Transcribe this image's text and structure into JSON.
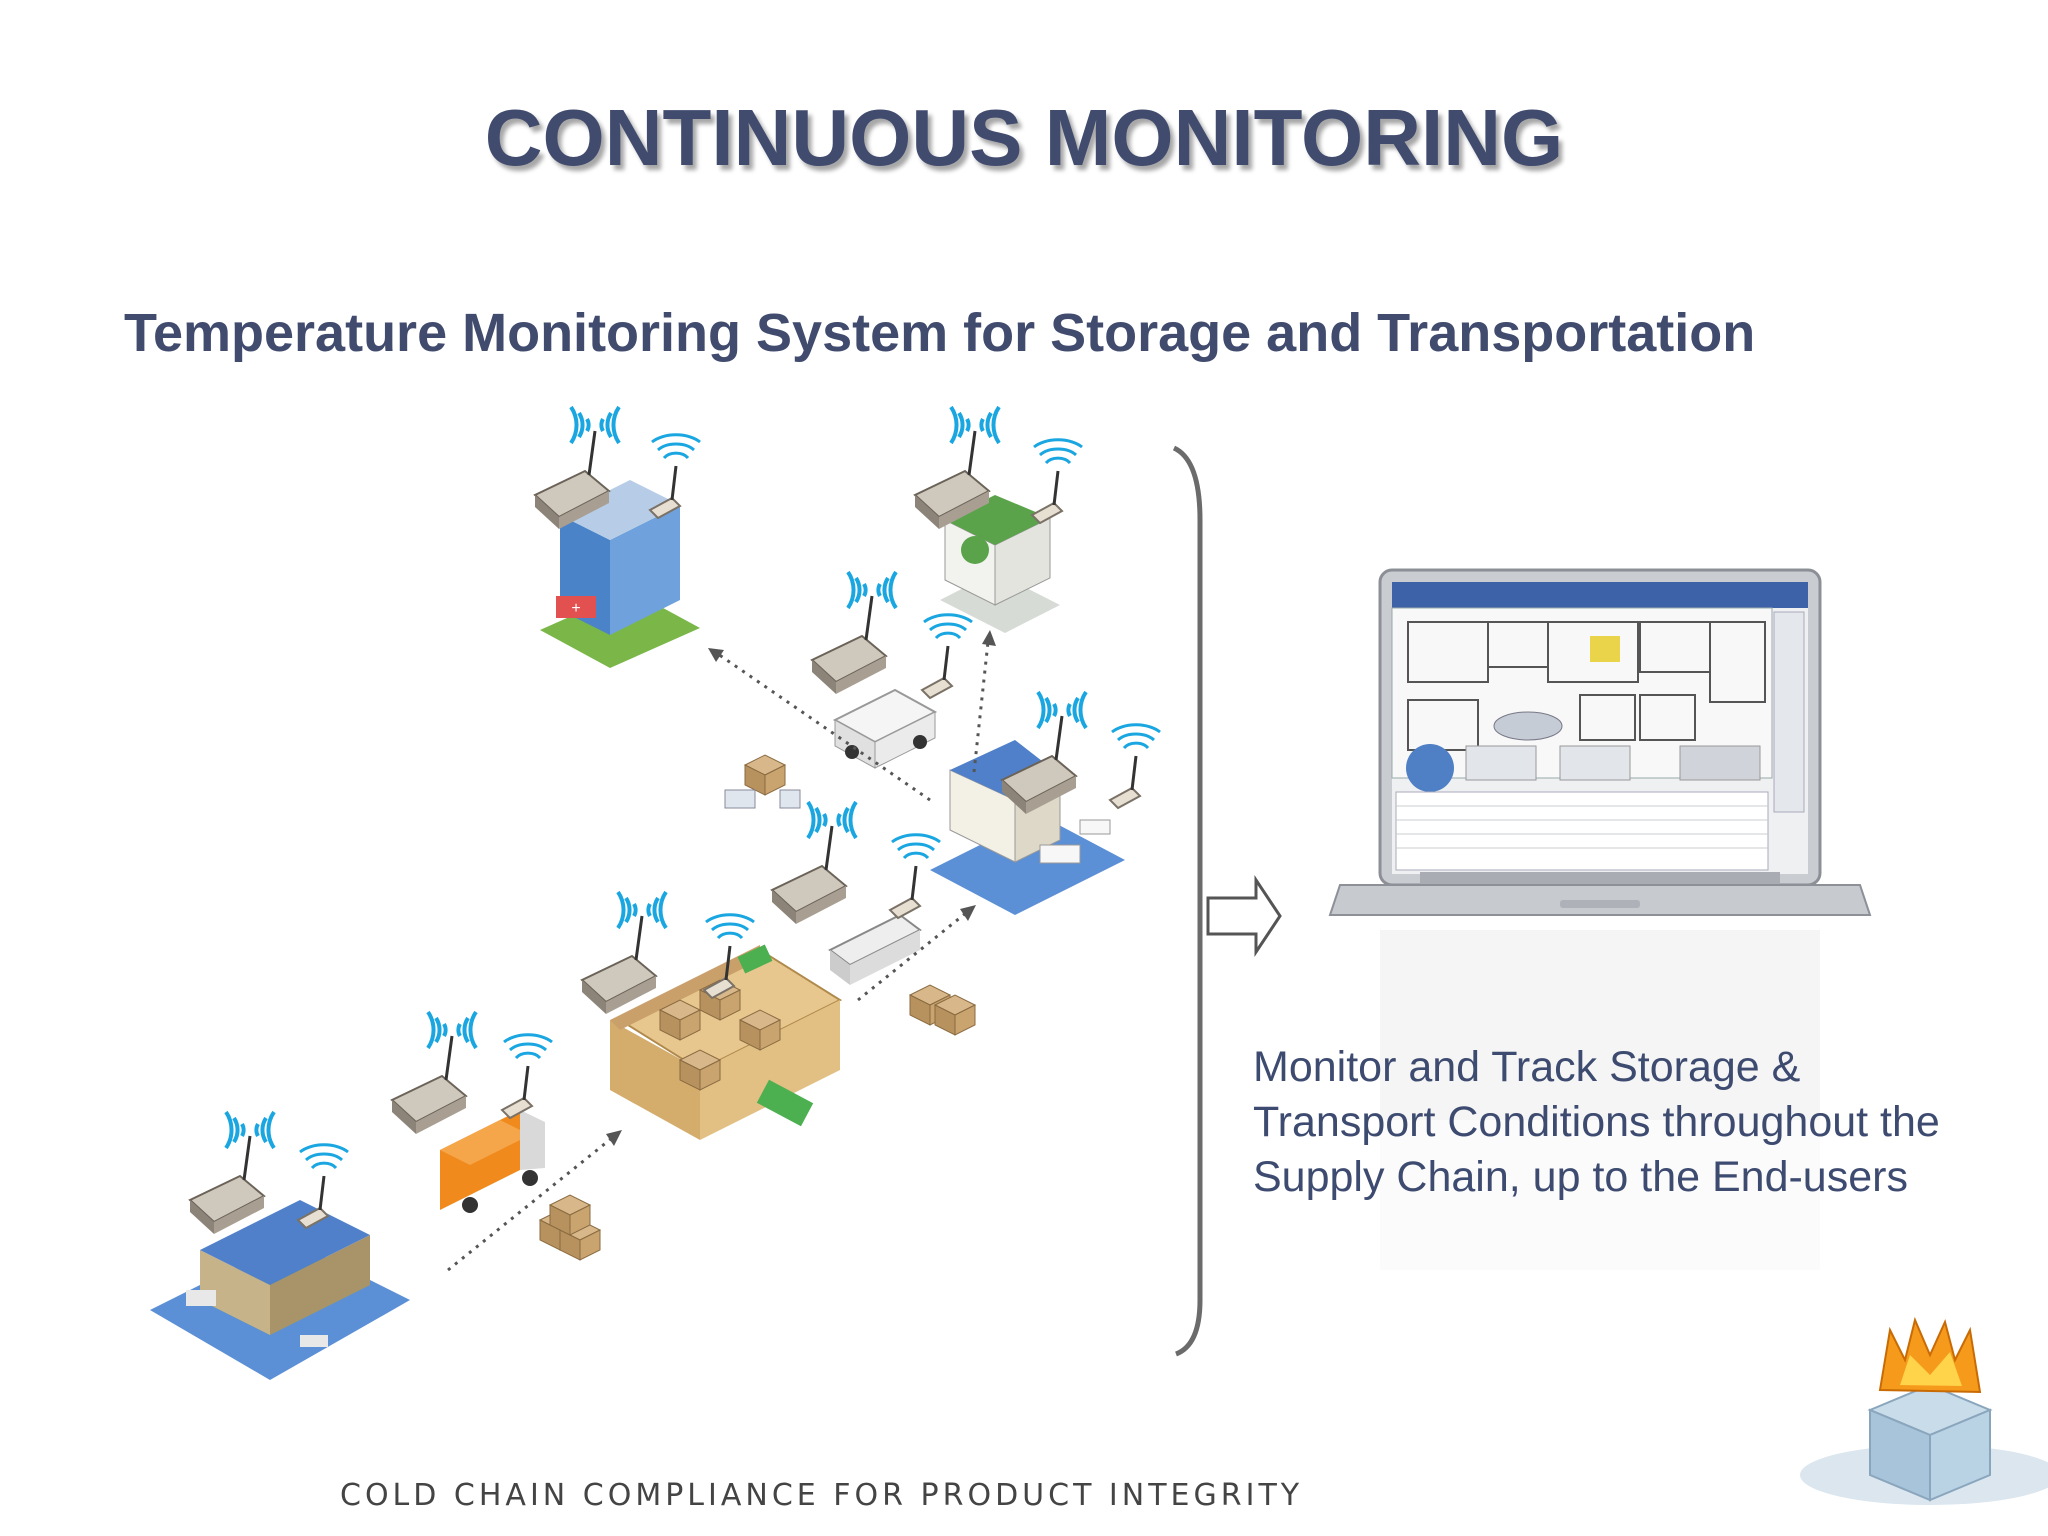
{
  "slide": {
    "title": "CONTINUOUS MONITORING",
    "subtitle": "Temperature Monitoring System for Storage and Transportation",
    "description": [
      "Monitor and Track Storage &",
      "Transport Conditions throughout the",
      "Supply Chain, up to the End-users"
    ],
    "tagline": "COLD CHAIN COMPLIANCE FOR PRODUCT INTEGRITY"
  },
  "colors": {
    "title": "#404b6e",
    "wifi": "#1aa6e0",
    "building_roof": "#5b8fd6",
    "truck_orange": "#f08a1c"
  },
  "icons": [
    "hospital-icon",
    "pharmacy-icon",
    "van-icon",
    "distribution-center-icon",
    "trolley-icon",
    "warehouse-icon",
    "truck-icon",
    "factory-icon",
    "wifi-signal-icon",
    "sensor-logger-icon",
    "laptop-icon",
    "right-arrow-icon",
    "ice-cube-logo-icon"
  ]
}
